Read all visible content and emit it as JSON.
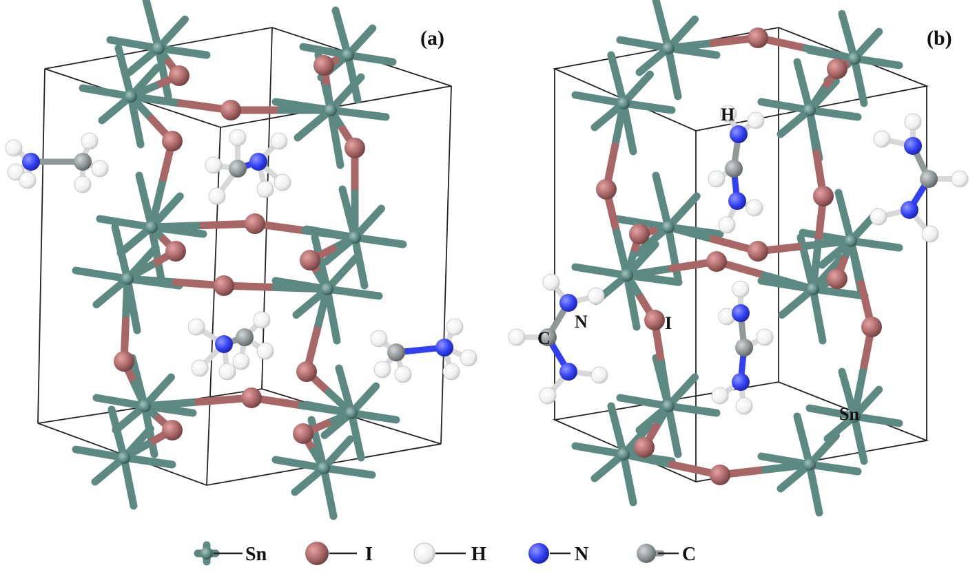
{
  "figure": {
    "panel_a_label": "(a)",
    "panel_b_label": "(b)"
  },
  "atom_labels": {
    "h": "H",
    "i": "I",
    "n": "N",
    "c": "C",
    "sn": "Sn"
  },
  "legend": [
    {
      "key": "sn",
      "label": "Sn",
      "icon": "sn-atom-icon"
    },
    {
      "key": "i",
      "label": "I",
      "icon": "i-atom-icon"
    },
    {
      "key": "h",
      "label": "H",
      "icon": "h-atom-icon"
    },
    {
      "key": "n",
      "label": "N",
      "icon": "n-atom-icon"
    },
    {
      "key": "c",
      "label": "C",
      "icon": "c-atom-icon"
    }
  ],
  "colors": {
    "sn": "#5c8a82",
    "i": "#a86666",
    "h": "#efefef",
    "n": "#3340f2",
    "c": "#8f9696"
  }
}
